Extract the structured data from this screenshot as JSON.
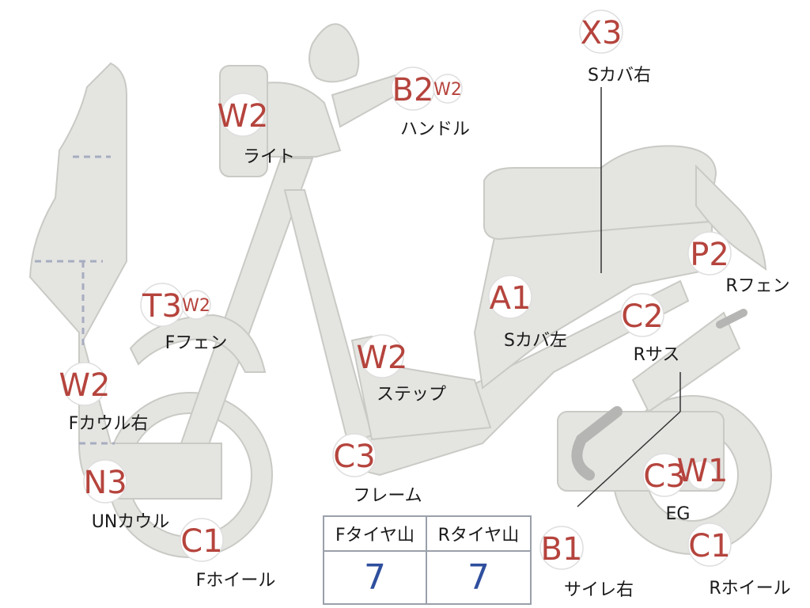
{
  "parts": [
    {
      "code": "X3",
      "label": "Sカバ右"
    },
    {
      "code": "B2",
      "sub": "W2",
      "label": "ハンドル"
    },
    {
      "code": "W2",
      "label": "ライト"
    },
    {
      "code": "P2",
      "label": "Rフェン"
    },
    {
      "code": "A1",
      "label": "Sカバ左"
    },
    {
      "code": "C2",
      "label": "Rサス"
    },
    {
      "code": "T3",
      "sub": "W2",
      "label": "Fフェン"
    },
    {
      "code": "W2",
      "label": "ステップ"
    },
    {
      "code": "W2",
      "label": "Fカウル右"
    },
    {
      "code": "C3",
      "label": "フレーム"
    },
    {
      "code": "N3",
      "label": "UNカウル"
    },
    {
      "code": "C1",
      "label": "Fホイール"
    },
    {
      "code": "C3",
      "sub": "W1",
      "label": "EG"
    },
    {
      "code": "B1",
      "label": "サイレ右"
    },
    {
      "code": "C1",
      "label": "Rホイール"
    }
  ],
  "tires": {
    "front_label": "Fタイヤ山",
    "rear_label": "Rタイヤ山",
    "front_value": "7",
    "rear_value": "7"
  },
  "colors": {
    "code": "#b5443d",
    "tire_value": "#2f4f9e",
    "part_fill": "#e4e4e1"
  }
}
